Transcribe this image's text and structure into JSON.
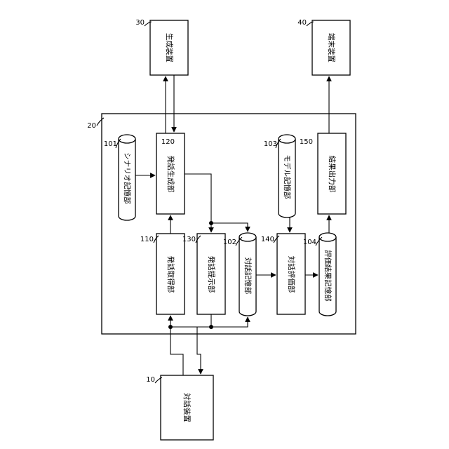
{
  "blocks": {
    "b10": {
      "ref": "10",
      "label": "対話装置"
    },
    "b20": {
      "ref": "20"
    },
    "b30": {
      "ref": "30",
      "label": "生成装置"
    },
    "b40": {
      "ref": "40",
      "label": "端末装置"
    },
    "b101": {
      "ref": "101",
      "label": "シナリオ記憶部"
    },
    "b102": {
      "ref": "102",
      "label": "対話記憶部"
    },
    "b103": {
      "ref": "103",
      "label": "モデル記憶部"
    },
    "b104": {
      "ref": "104",
      "label": "評価結果記憶部"
    },
    "b110": {
      "ref": "110",
      "label": "発話取得部"
    },
    "b120": {
      "ref": "120",
      "label": "発話生成部"
    },
    "b130": {
      "ref": "130",
      "label": "発話提示部"
    },
    "b140": {
      "ref": "140",
      "label": "対話評価部"
    },
    "b150": {
      "ref": "150",
      "label": "結果出力部"
    }
  }
}
